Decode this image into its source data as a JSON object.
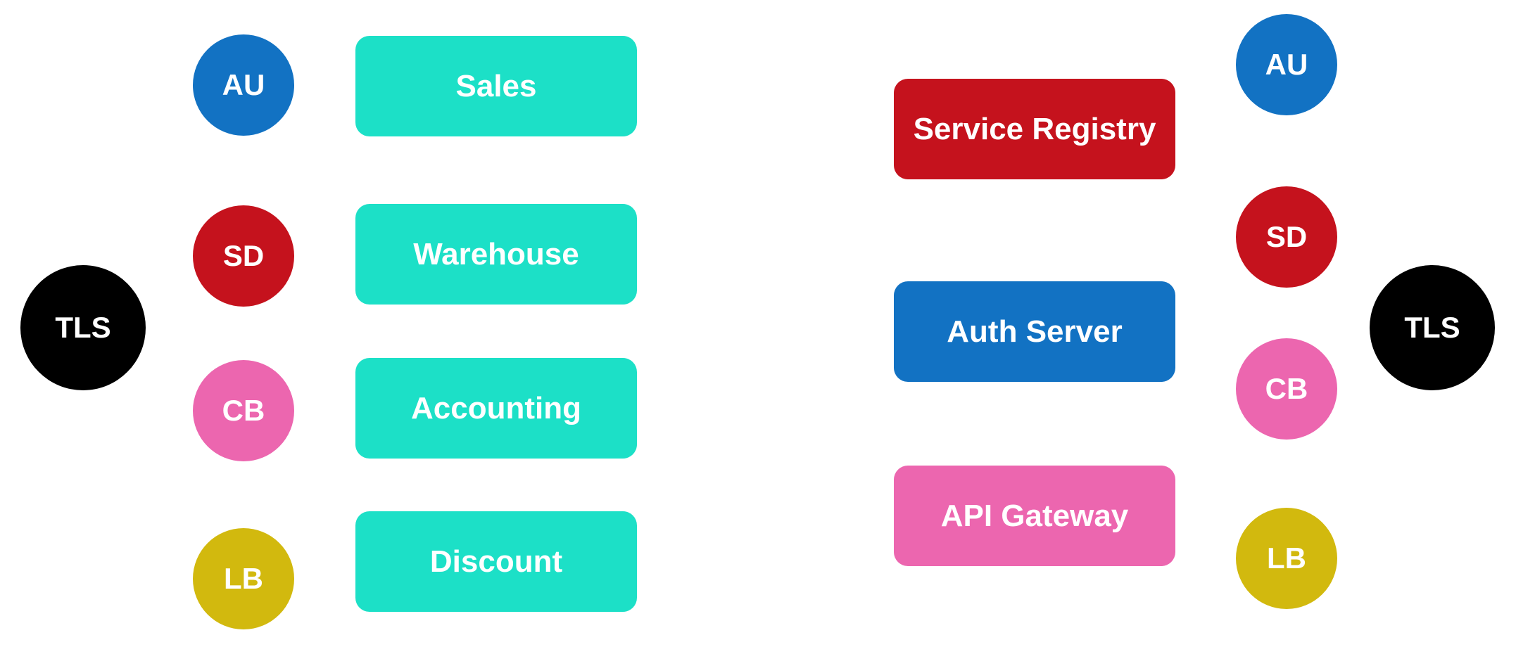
{
  "colors": {
    "background": "#FFFFFF",
    "label_text": "#FFFFFF",
    "teal": "#1CE0C7",
    "blue": "#1272C3",
    "red": "#C5121D",
    "pink": "#EC66AF",
    "yellow": "#D2B90E",
    "black": "#000000"
  },
  "left_panel": {
    "tls": {
      "label": "TLS",
      "color": "#000000"
    },
    "sidecars": [
      {
        "label": "AU",
        "color": "#1272C3"
      },
      {
        "label": "SD",
        "color": "#C5121D"
      },
      {
        "label": "CB",
        "color": "#EC66AF"
      },
      {
        "label": "LB",
        "color": "#D2B90E"
      }
    ],
    "services": [
      {
        "label": "Sales",
        "color": "#1CE0C7"
      },
      {
        "label": "Warehouse",
        "color": "#1CE0C7"
      },
      {
        "label": "Accounting",
        "color": "#1CE0C7"
      },
      {
        "label": "Discount",
        "color": "#1CE0C7"
      }
    ]
  },
  "right_panel": {
    "components": [
      {
        "label": "Service Registry",
        "color": "#C5121D"
      },
      {
        "label": "Auth Server",
        "color": "#1272C3"
      },
      {
        "label": "API Gateway",
        "color": "#EC66AF"
      }
    ],
    "sidecars": [
      {
        "label": "AU",
        "color": "#1272C3"
      },
      {
        "label": "SD",
        "color": "#C5121D"
      },
      {
        "label": "CB",
        "color": "#EC66AF"
      },
      {
        "label": "LB",
        "color": "#D2B90E"
      }
    ],
    "tls": {
      "label": "TLS",
      "color": "#000000"
    }
  }
}
